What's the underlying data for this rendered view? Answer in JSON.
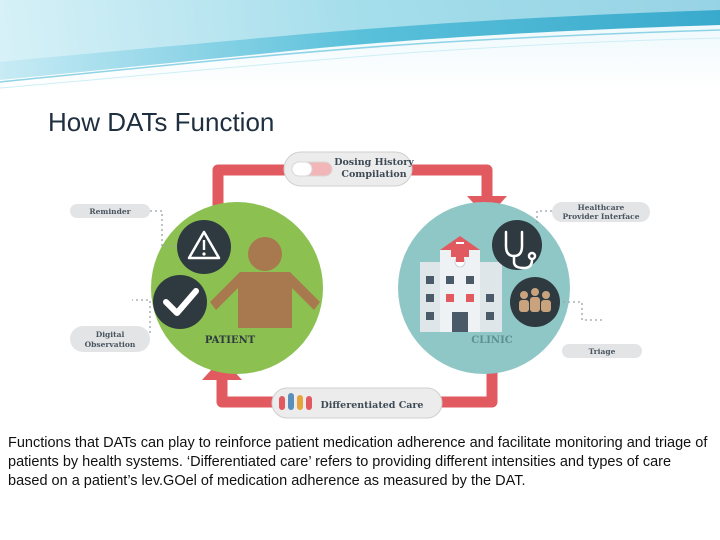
{
  "slide": {
    "title": "How DATs Function",
    "caption": "Functions that  DATs can play to reinforce patient medication adherence and facilitate monitoring and triage of patients by health systems. ‘Differentiated care’ refers to providing different intensities and types of care based on a patient’s lev.GOel of medication adherence as measured by the DAT."
  },
  "diagram": {
    "top_arrow_label": [
      "Dosing History",
      "Compilation"
    ],
    "bottom_arrow_label": "Differentiated Care",
    "patient_label": "PATIENT",
    "clinic_label": "CLINIC",
    "left_tags": [
      "Reminder",
      "Digital",
      "Observation"
    ],
    "right_tags": [
      "Healthcare",
      "Provider Interface",
      "Triage"
    ],
    "icons": [
      "warning-icon",
      "checkmark-icon",
      "person-icon",
      "pill-icon",
      "hospital-icon",
      "stethoscope-icon",
      "group-icon",
      "raised-hands-icon"
    ]
  },
  "colors": {
    "arrow_red": "#e05a5f",
    "patient_green": "#8cc152",
    "clinic_teal": "#8fc7c7",
    "banner_blue": "#3fb7d6"
  }
}
